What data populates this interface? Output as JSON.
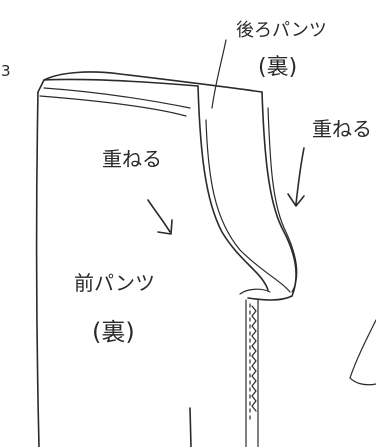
{
  "labels": {
    "back_pants": "後ろパンツ",
    "back_reverse": "(裏)",
    "overlap_left": "重ねる",
    "overlap_right": "重ねる",
    "front_pants": "前パンツ",
    "front_reverse": "(裏)",
    "edge_mark": "3"
  },
  "colors": {
    "ink": "#2b2b2b",
    "paper": "#ffffff"
  }
}
